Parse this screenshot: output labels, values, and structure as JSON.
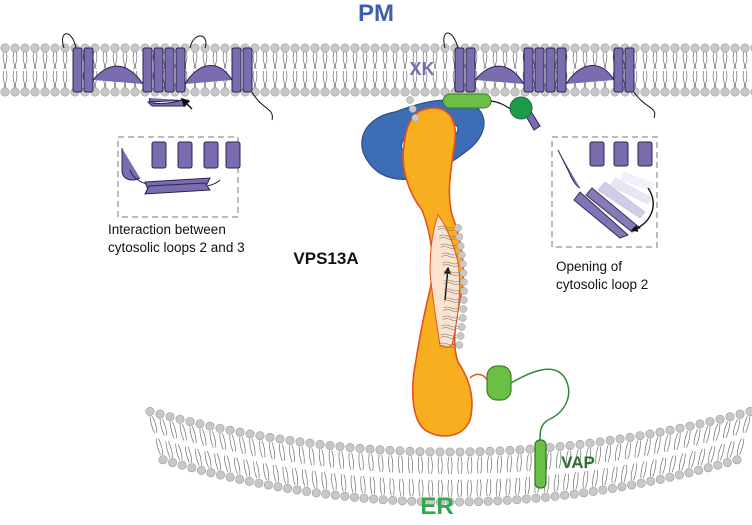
{
  "labels": {
    "pm": "PM",
    "xk": "XK",
    "vps13a": "VPS13A",
    "vap": "VAP",
    "er": "ER"
  },
  "captions": {
    "left_line1": "Interaction between",
    "left_line2": "cytosolic loops 2 and 3",
    "right_line1": "Opening of",
    "right_line2": "cytosolic loop 2"
  },
  "colors": {
    "pm_label": "#3d5fae",
    "xk_label": "#7b6cb0",
    "er_label": "#2fa84f",
    "vap_label": "#2e6f2e",
    "vps13a_fill": "#f7ae1f",
    "vps13a_outline": "#e8501c",
    "channel_fill": "#fbe3cf",
    "xk_helix": "#7b6cb0",
    "xk_outline": "#2a2350",
    "blue_protein": "#3d6db5",
    "green_protein": "#6abf44",
    "dark_green": "#1e9a4b",
    "lipid_head": "#c8c8c8",
    "inset_border": "#bbbbbb"
  }
}
